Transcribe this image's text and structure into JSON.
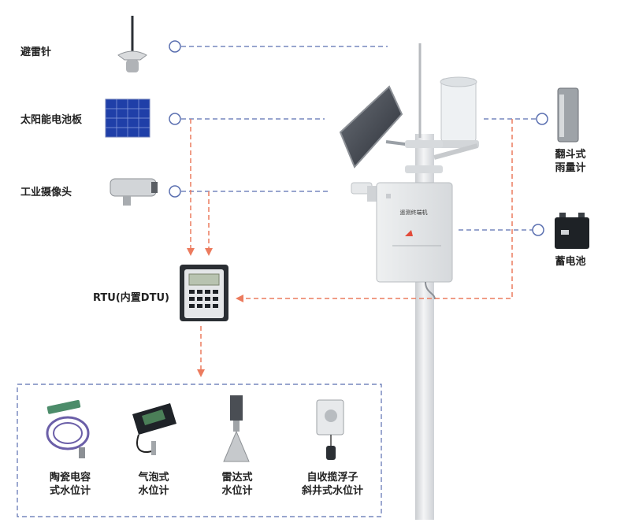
{
  "diagram": {
    "left_items": [
      {
        "label": "避雷针",
        "icon": "lightning-rod-icon"
      },
      {
        "label": "太阳能电池板",
        "icon": "solar-panel-icon"
      },
      {
        "label": "工业摄像头",
        "icon": "industrial-camera-icon"
      }
    ],
    "right_items": [
      {
        "label": "翻斗式\n雨量计",
        "icon": "rain-gauge-icon"
      },
      {
        "label": "蓄电池",
        "icon": "battery-icon"
      }
    ],
    "rtu": {
      "label": "RTU(内置DTU)",
      "icon": "rtu-device-icon"
    },
    "cabinet": {
      "label": "遥测终端机",
      "icon": "telemetry-cabinet-icon"
    },
    "water_level_sensors": [
      {
        "label": "陶瓷电容\n式水位计",
        "icon": "capacitive-water-level-gauge-icon"
      },
      {
        "label": "气泡式\n水位计",
        "icon": "bubble-water-level-gauge-icon"
      },
      {
        "label": "雷达式\n水位计",
        "icon": "radar-water-level-gauge-icon"
      },
      {
        "label": "自收揽浮子\n斜井式水位计",
        "icon": "float-water-level-gauge-icon"
      }
    ],
    "colors": {
      "dashed_line": "#5a6fb0",
      "arrow": "#ec7b5e",
      "pole": "#e2e4e6"
    }
  }
}
